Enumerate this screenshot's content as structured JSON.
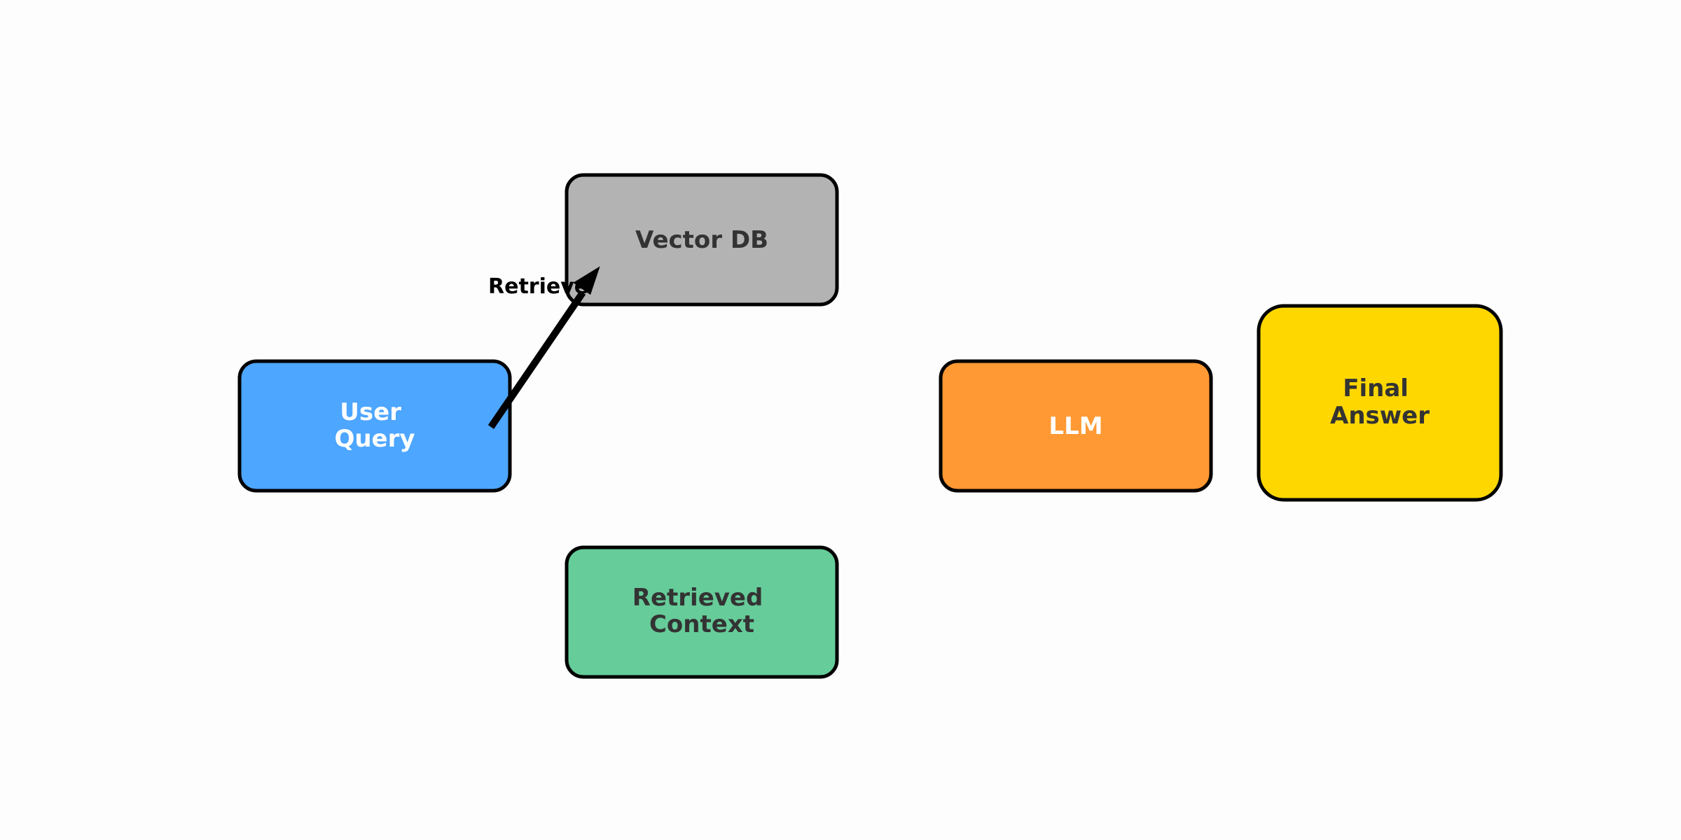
{
  "diagram": {
    "nodes": [
      {
        "id": "user-query",
        "lines": [
          "User",
          "Query"
        ],
        "fill": "#4DA6FF",
        "text_color": "#FFFFFF"
      },
      {
        "id": "vector-db",
        "lines": [
          "Vector DB"
        ],
        "fill": "#B3B3B3",
        "text_color": "#333333"
      },
      {
        "id": "retrieved-context",
        "lines": [
          "Retrieved",
          "Context"
        ],
        "fill": "#66CC99",
        "text_color": "#333333"
      },
      {
        "id": "llm",
        "lines": [
          "LLM"
        ],
        "fill": "#FF9933",
        "text_color": "#FFFFFF"
      },
      {
        "id": "final-answer",
        "lines": [
          "Final",
          "Answer"
        ],
        "fill": "#FFD700",
        "text_color": "#333333"
      }
    ],
    "edges": [
      {
        "from": "user-query",
        "to": "vector-db",
        "label": "Retrieve",
        "color": "#000000"
      }
    ]
  }
}
